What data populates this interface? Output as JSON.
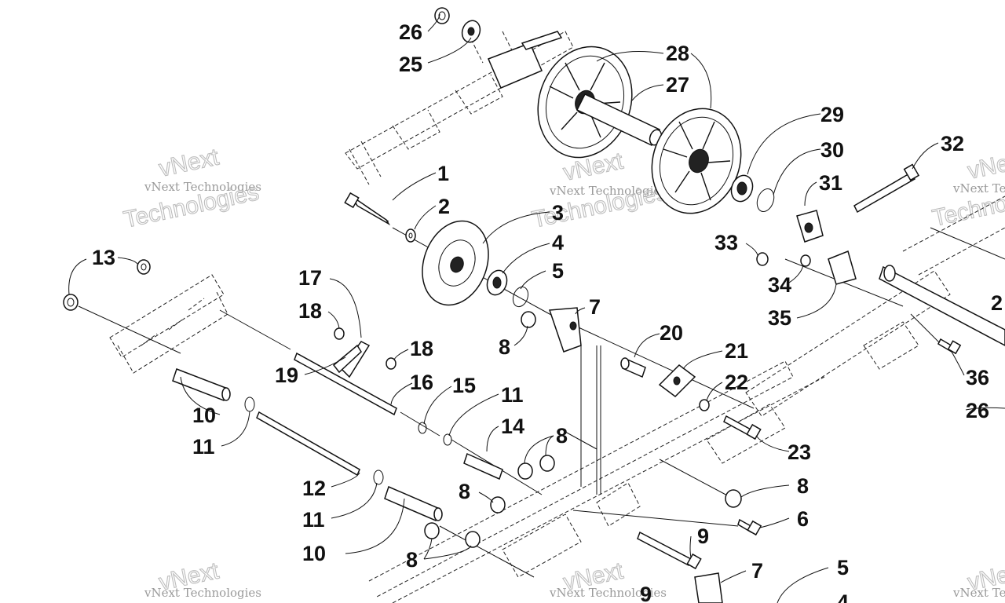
{
  "watermarks": [
    {
      "line1": "vNext",
      "line2": "vNext Technologies",
      "line3": "Technologies"
    }
  ],
  "callouts": [
    {
      "id": "c26a",
      "text": "26"
    },
    {
      "id": "c25",
      "text": "25"
    },
    {
      "id": "c28",
      "text": "28"
    },
    {
      "id": "c27",
      "text": "27"
    },
    {
      "id": "c29",
      "text": "29"
    },
    {
      "id": "c30",
      "text": "30"
    },
    {
      "id": "c31",
      "text": "31"
    },
    {
      "id": "c32",
      "text": "32"
    },
    {
      "id": "c1",
      "text": "1"
    },
    {
      "id": "c2",
      "text": "2"
    },
    {
      "id": "c3",
      "text": "3"
    },
    {
      "id": "c4a",
      "text": "4"
    },
    {
      "id": "c5a",
      "text": "5"
    },
    {
      "id": "c33",
      "text": "33"
    },
    {
      "id": "c34",
      "text": "34"
    },
    {
      "id": "c35",
      "text": "35"
    },
    {
      "id": "c13",
      "text": "13"
    },
    {
      "id": "c17",
      "text": "17"
    },
    {
      "id": "c18a",
      "text": "18"
    },
    {
      "id": "c18b",
      "text": "18"
    },
    {
      "id": "c19",
      "text": "19"
    },
    {
      "id": "c7a",
      "text": "7"
    },
    {
      "id": "c8a",
      "text": "8"
    },
    {
      "id": "c20",
      "text": "20"
    },
    {
      "id": "c21",
      "text": "21"
    },
    {
      "id": "c22",
      "text": "22"
    },
    {
      "id": "c16",
      "text": "16"
    },
    {
      "id": "c15",
      "text": "15"
    },
    {
      "id": "c11a",
      "text": "11"
    },
    {
      "id": "c14",
      "text": "14"
    },
    {
      "id": "c8b",
      "text": "8"
    },
    {
      "id": "c10a",
      "text": "10"
    },
    {
      "id": "c11b",
      "text": "11"
    },
    {
      "id": "c12",
      "text": "12"
    },
    {
      "id": "c11c",
      "text": "11"
    },
    {
      "id": "c10b",
      "text": "10"
    },
    {
      "id": "c8c",
      "text": "8"
    },
    {
      "id": "c8d",
      "text": "8"
    },
    {
      "id": "c23",
      "text": "23"
    },
    {
      "id": "c8e",
      "text": "8"
    },
    {
      "id": "c6",
      "text": "6"
    },
    {
      "id": "c9a",
      "text": "9"
    },
    {
      "id": "c7b",
      "text": "7"
    },
    {
      "id": "c5b",
      "text": "5"
    },
    {
      "id": "c4b",
      "text": "4"
    },
    {
      "id": "c9b",
      "text": "9"
    },
    {
      "id": "c36",
      "text": "36"
    },
    {
      "id": "c26b",
      "text": "26"
    },
    {
      "id": "c2r",
      "text": "2"
    }
  ]
}
